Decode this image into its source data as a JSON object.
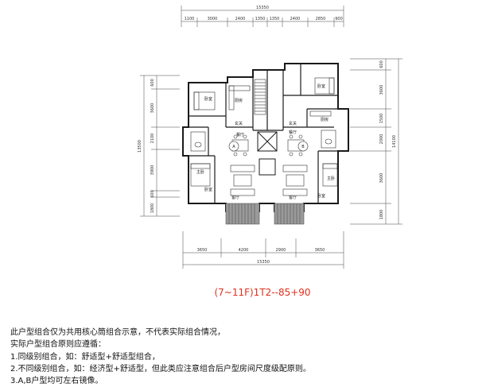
{
  "top_dims": {
    "total": "15350",
    "segments": [
      "1100",
      "3000",
      "2400",
      "1350",
      "1350",
      "2400",
      "2850",
      "900"
    ]
  },
  "bottom_dims": {
    "total": "15350",
    "segments": [
      "3650",
      "4200",
      "2900",
      "3650"
    ]
  },
  "left_dims": {
    "total": "13500",
    "segments": [
      "600",
      "3600",
      "2100",
      "3900",
      "600",
      "1800"
    ]
  },
  "right_dims": {
    "total": "14100",
    "segments": [
      "600",
      "3600",
      "1500",
      "2000",
      "3600",
      "1800"
    ]
  },
  "unit_labels": {
    "a": "A",
    "b": "B"
  },
  "rooms": {
    "a_bedroom_top": "卧室",
    "a_kitchen": "厨房",
    "a_entry": "玄关",
    "a_dining": "餐厅",
    "a_living": "客厅",
    "a_bedroom_main": "主卧",
    "a_bedroom_bottom": "卧室",
    "b_bedroom_top": "卧室",
    "b_kitchen": "厨房",
    "b_entry": "玄关",
    "b_dining": "餐厅",
    "b_living": "客厅",
    "b_bedroom_main": "主卧",
    "b_bedroom_bottom": "卧室"
  },
  "caption": "(7~11F)1T2--85+90",
  "notes": [
    "此户型组合仅为共用核心筒组合示意，不代表实际组合情况，",
    "实际户型组合原则应遵循：",
    "1.同级别组合，如：舒适型+舒适型组合，",
    "2.不同级别组合，如：经济型+舒适型，但此类应注意组合后户型房间尺度级配原则。",
    "3.A,B户型均可左右镜像。"
  ],
  "colors": {
    "wall": "#1a1a1a",
    "caption": "#e0301e",
    "floor_grey": "#9a9a9a",
    "line": "#333333"
  }
}
